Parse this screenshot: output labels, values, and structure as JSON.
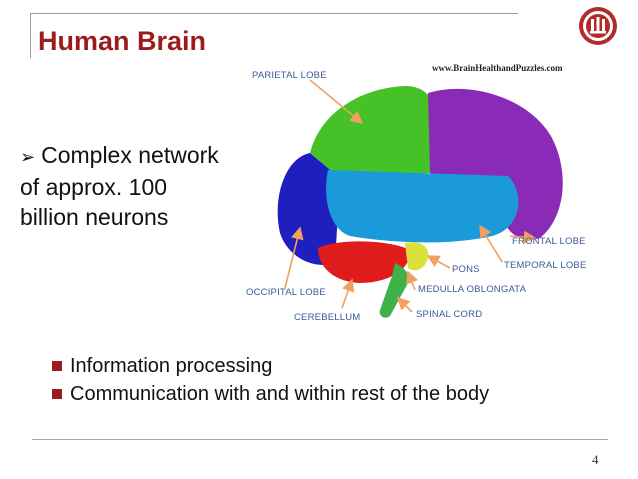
{
  "slide": {
    "title": "Human Brain",
    "main_bullet": "Complex network of approx. 100 billion neurons",
    "sub_bullets": [
      "Information processing",
      "Communication with and within rest of the body"
    ],
    "page_number": "4"
  },
  "image": {
    "credit": "www.BrainHealthandPuzzles.com",
    "labels": {
      "parietal": "PARIETAL LOBE",
      "frontal": "FRONTAL LOBE",
      "temporal": "TEMPORAL LOBE",
      "pons": "PONS",
      "medulla": "MEDULLA OBLONGATA",
      "spinal": "SPINAL CORD",
      "occipital": "OCCIPITAL LOBE",
      "cerebellum": "CEREBELLUM"
    }
  },
  "colors": {
    "title": "#9b1c1c",
    "label": "#3a5a95",
    "arrow": "#f0a060"
  },
  "icons": {
    "main_bullet": "arrow-bullet-icon",
    "sub_bullet": "square-bullet-icon",
    "logo": "university-seal-icon"
  }
}
